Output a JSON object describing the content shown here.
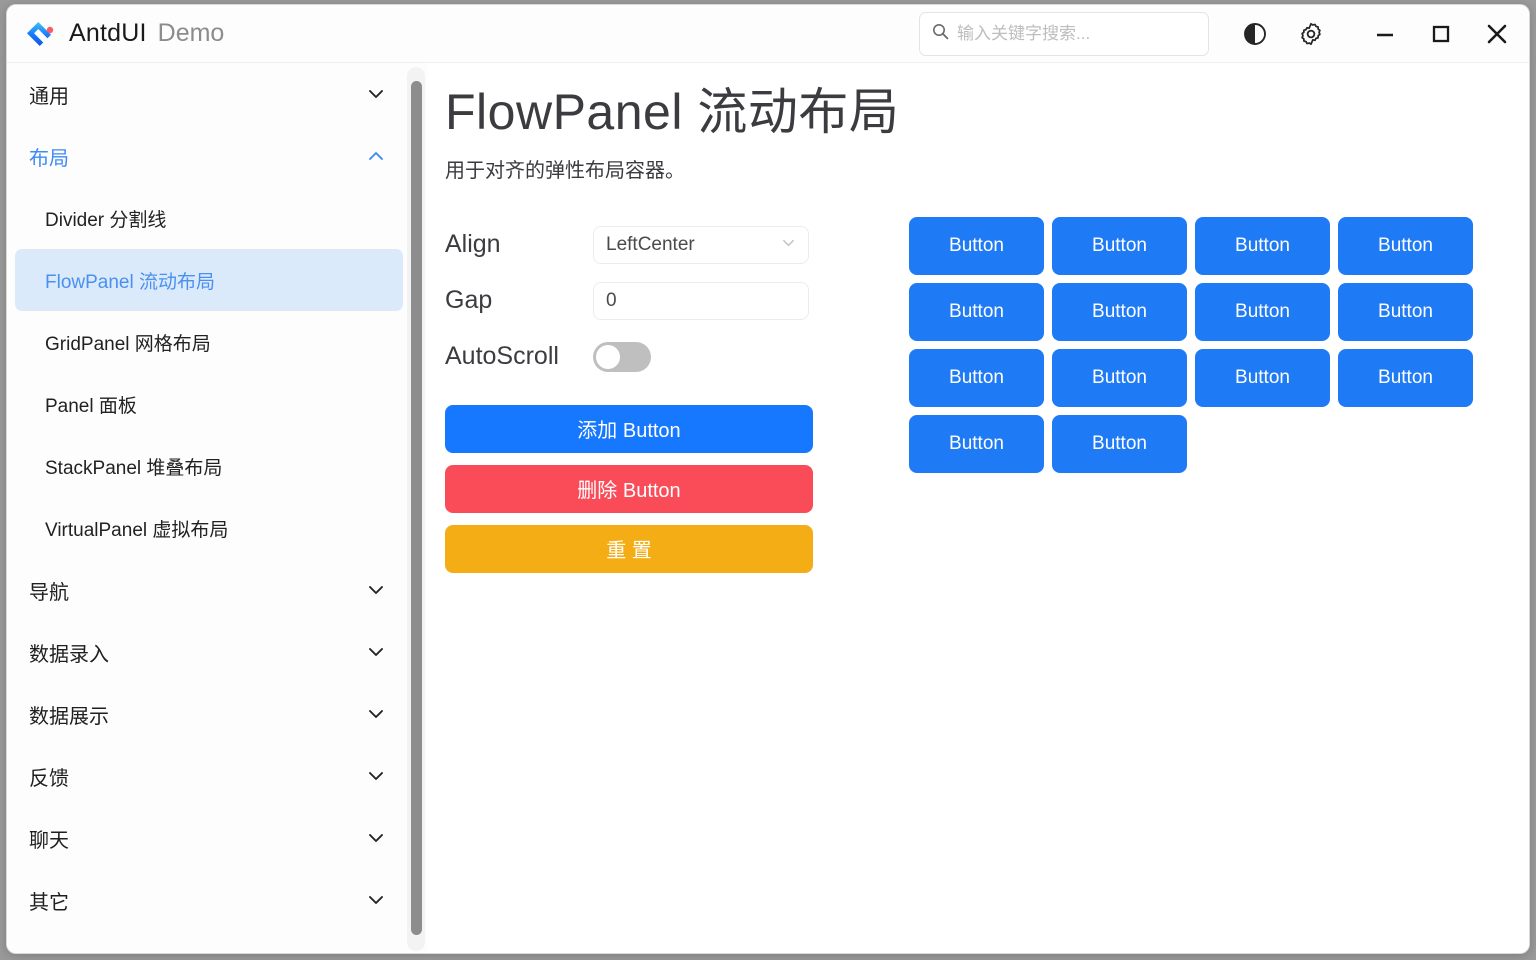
{
  "window": {
    "app_name": "AntdUI",
    "app_suffix": "Demo",
    "logo_icon": "antdui-diamond-logo",
    "accent_color": "#1677ff"
  },
  "titlebar": {
    "search": {
      "placeholder": "输入关键字搜索...",
      "value": "",
      "icon": "search-icon"
    },
    "controls": [
      {
        "name": "theme-toggle-icon",
        "label": ""
      },
      {
        "name": "settings-gear-icon",
        "label": ""
      },
      {
        "name": "minimize-icon",
        "label": ""
      },
      {
        "name": "maximize-icon",
        "label": ""
      },
      {
        "name": "close-icon",
        "label": ""
      }
    ]
  },
  "sidebar": {
    "groups": [
      {
        "label": "通用",
        "expanded": false,
        "active": false,
        "chevron": "chevron-down-icon",
        "children": []
      },
      {
        "label": "布局",
        "expanded": true,
        "active": true,
        "chevron": "chevron-up-icon",
        "children": [
          {
            "label": "Divider 分割线",
            "selected": false
          },
          {
            "label": "FlowPanel 流动布局",
            "selected": true
          },
          {
            "label": "GridPanel 网格布局",
            "selected": false
          },
          {
            "label": "Panel 面板",
            "selected": false
          },
          {
            "label": "StackPanel 堆叠布局",
            "selected": false
          },
          {
            "label": "VirtualPanel 虚拟布局",
            "selected": false
          }
        ]
      },
      {
        "label": "导航",
        "expanded": false,
        "active": false,
        "chevron": "chevron-down-icon",
        "children": []
      },
      {
        "label": "数据录入",
        "expanded": false,
        "active": false,
        "chevron": "chevron-down-icon",
        "children": []
      },
      {
        "label": "数据展示",
        "expanded": false,
        "active": false,
        "chevron": "chevron-down-icon",
        "children": []
      },
      {
        "label": "反馈",
        "expanded": false,
        "active": false,
        "chevron": "chevron-down-icon",
        "children": []
      },
      {
        "label": "聊天",
        "expanded": false,
        "active": false,
        "chevron": "chevron-down-icon",
        "children": []
      },
      {
        "label": "其它",
        "expanded": false,
        "active": false,
        "chevron": "chevron-down-icon",
        "children": []
      }
    ],
    "scrollbar": {
      "name": "sidebar-scrollbar"
    }
  },
  "main": {
    "title": "FlowPanel 流动布局",
    "description": "用于对齐的弹性布局容器。",
    "form": {
      "align": {
        "label": "Align",
        "value": "LeftCenter",
        "chevron": "chevron-down-icon"
      },
      "gap": {
        "label": "Gap",
        "value": "0",
        "placeholder": ""
      },
      "autoscroll": {
        "label": "AutoScroll",
        "checked": false
      }
    },
    "actions": [
      {
        "name": "add-button",
        "label": "添加 Button",
        "color": "#1677ff"
      },
      {
        "name": "delete-button",
        "label": "删除 Button",
        "color": "#fa4b58"
      },
      {
        "name": "reset-button",
        "label": "重 置",
        "color": "#f5ad16"
      }
    ],
    "flow_panel": {
      "button_label": "Button",
      "button_color": "#1f7af5",
      "count": 14,
      "buttons": [
        "Button",
        "Button",
        "Button",
        "Button",
        "Button",
        "Button",
        "Button",
        "Button",
        "Button",
        "Button",
        "Button",
        "Button",
        "Button",
        "Button"
      ]
    }
  }
}
